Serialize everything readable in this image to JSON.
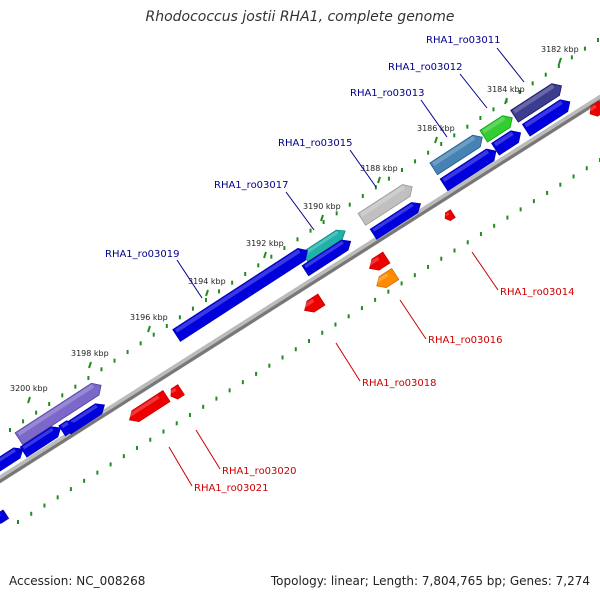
{
  "title": "Rhodococcus jostii RHA1, complete genome",
  "footer": {
    "accession": "Accession: NC_008268",
    "stats": "Topology: linear; Length: 7,804,765 bp; Genes: 7,274"
  },
  "colors": {
    "label_forward": "#00008B",
    "label_reverse": "#CC0000",
    "backbone": "#888888",
    "ticks": "#228B22",
    "gene_blue": "#0000DD",
    "gene_red": "#EE0000",
    "gene_orange": "#FF8C00",
    "gene_green": "#33CC33",
    "gene_slate": "#3D3D8F",
    "gene_lavender": "#7B68C8",
    "gene_steel": "#4682B4",
    "gene_grey": "#C0C0C0",
    "gene_cyan": "#20B2AA"
  },
  "scale": {
    "ticks": [
      {
        "label": "3182 kbp"
      },
      {
        "label": "3184 kbp"
      },
      {
        "label": "3186 kbp"
      },
      {
        "label": "3188 kbp"
      },
      {
        "label": "3190 kbp"
      },
      {
        "label": "3192 kbp"
      },
      {
        "label": "3194 kbp"
      },
      {
        "label": "3196 kbp"
      },
      {
        "label": "3198 kbp"
      },
      {
        "label": "3200 kbp"
      }
    ]
  },
  "gene_labels": [
    {
      "text": "RHA1_ro03011",
      "strand": "forward"
    },
    {
      "text": "RHA1_ro03012",
      "strand": "forward"
    },
    {
      "text": "RHA1_ro03013",
      "strand": "forward"
    },
    {
      "text": "RHA1_ro03015",
      "strand": "forward"
    },
    {
      "text": "RHA1_ro03017",
      "strand": "forward"
    },
    {
      "text": "RHA1_ro03019",
      "strand": "forward"
    },
    {
      "text": "RHA1_ro03014",
      "strand": "reverse"
    },
    {
      "text": "RHA1_ro03016",
      "strand": "reverse"
    },
    {
      "text": "RHA1_ro03018",
      "strand": "reverse"
    },
    {
      "text": "RHA1_ro03020",
      "strand": "reverse"
    },
    {
      "text": "RHA1_ro03021",
      "strand": "reverse"
    }
  ]
}
